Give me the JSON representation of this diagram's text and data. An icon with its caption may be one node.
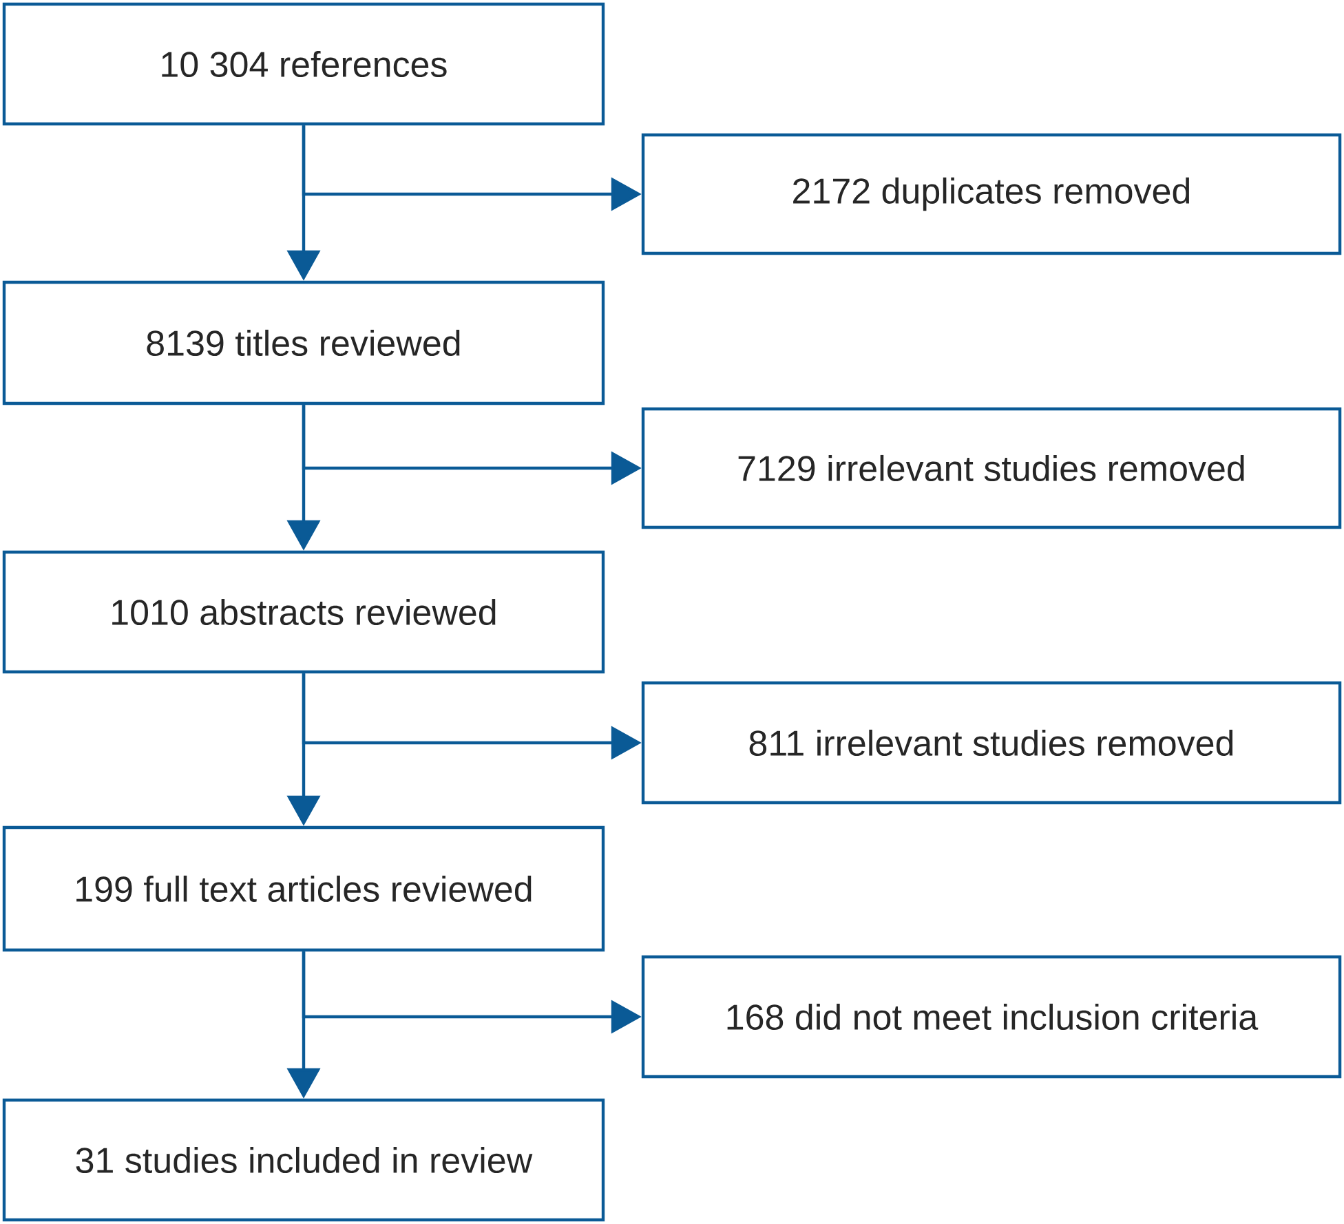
{
  "diagram": {
    "nodes": [
      {
        "text": [
          "10 304 references"
        ]
      },
      {
        "text": [
          "2172 duplicates removed"
        ]
      },
      {
        "text": [
          "8139 titles reviewed"
        ]
      },
      {
        "text": [
          "7129 irrelevant studies removed"
        ]
      },
      {
        "text": [
          "1010 abstracts reviewed"
        ]
      },
      {
        "text": [
          "811 irrelevant studies removed"
        ]
      },
      {
        "text": [
          "199 full text articles reviewed"
        ]
      },
      {
        "text": [
          "168 did not meet inclusion criteria"
        ]
      },
      {
        "text": [
          "31 studies included in review"
        ]
      }
    ],
    "edges": [
      {
        "from": 0,
        "to": 1,
        "arrow": "to"
      },
      {
        "from": 0,
        "to": 2,
        "arrow": "to"
      },
      {
        "from": 2,
        "to": 3,
        "arrow": "to"
      },
      {
        "from": 2,
        "to": 4,
        "arrow": "to"
      },
      {
        "from": 4,
        "to": 5,
        "arrow": "to"
      },
      {
        "from": 4,
        "to": 6,
        "arrow": "to"
      },
      {
        "from": 6,
        "to": 7,
        "arrow": "to"
      },
      {
        "from": 6,
        "to": 8,
        "arrow": "to"
      }
    ]
  }
}
